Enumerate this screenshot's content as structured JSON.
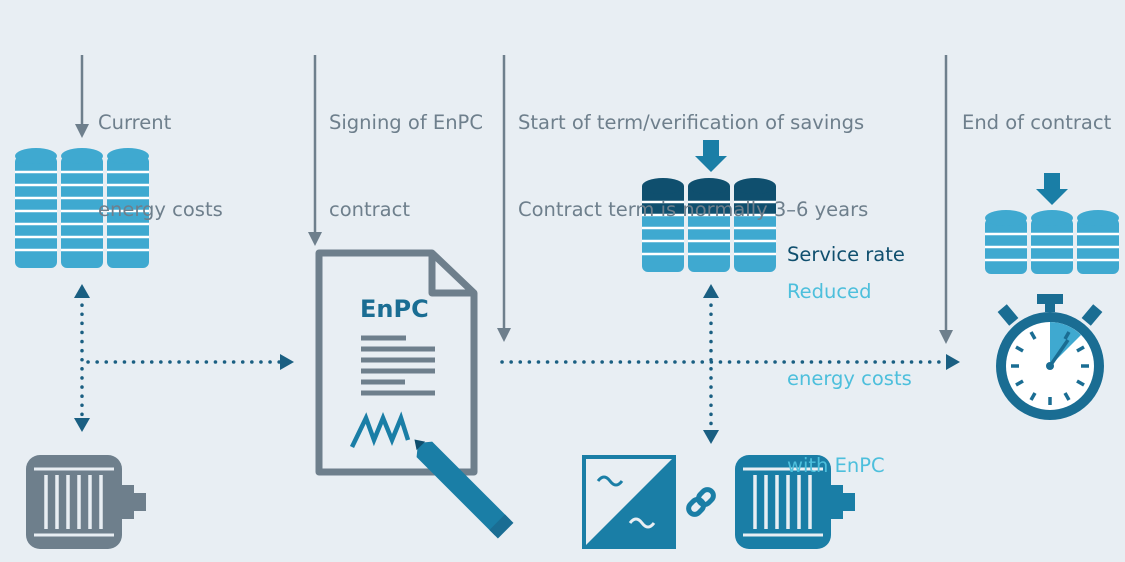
{
  "labels": {
    "current_costs": [
      "Current",
      "energy costs"
    ],
    "signing": [
      "Signing of EnPC",
      "contract"
    ],
    "start_term": [
      "Start of term/verification of savings",
      "Contract term is normally 3–6 years"
    ],
    "end_contract": "End of contract"
  },
  "document_title": "EnPC",
  "legend": {
    "service_rate": "Service rate",
    "reduced": [
      "Reduced",
      "energy costs",
      "with EnPC"
    ]
  },
  "colors": {
    "background": "#e8eef3",
    "grey": "#6e7f8c",
    "dark_blue": "#0f4f6e",
    "mid_blue": "#1a7ea6",
    "light_blue": "#4dbfdc",
    "dots": "#1a5f82"
  },
  "icons": [
    "coin-stack-icon",
    "motor-icon",
    "contract-document-icon",
    "pen-icon",
    "frequency-converter-icon",
    "link-icon",
    "stopwatch-icon"
  ]
}
